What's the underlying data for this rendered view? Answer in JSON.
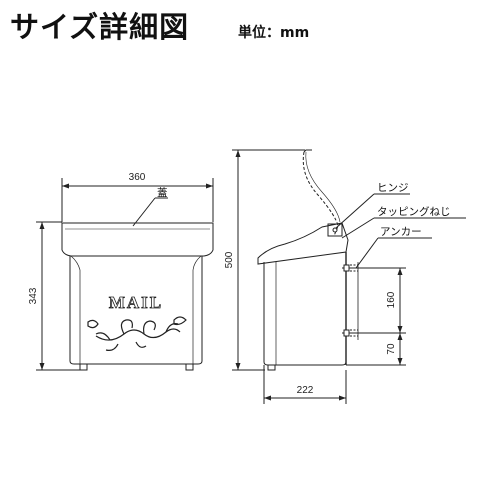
{
  "header": {
    "title": "サイズ詳細図",
    "unit": "単位：mm"
  },
  "front_view": {
    "width": "360",
    "height": "343",
    "lid_label": "蓋",
    "emblem_text": "MAIL"
  },
  "side_view": {
    "height": "500",
    "depth": "222",
    "hinge_spacing": "160",
    "hinge_offset": "70",
    "labels": {
      "hinge": "ヒンジ",
      "screw": "タッピングねじ",
      "anchor": "アンカー"
    }
  }
}
